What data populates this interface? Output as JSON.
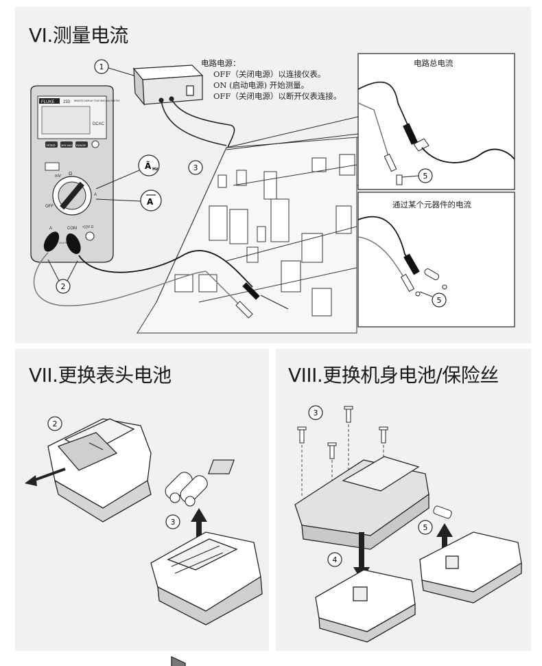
{
  "sections": {
    "vi": {
      "title": "VI.测量电流"
    },
    "vii": {
      "title": "VII.更换表头电池"
    },
    "viii": {
      "title": "VIII.更换机身电池/保险丝"
    }
  },
  "power_note": {
    "heading": "电路电源：",
    "lines": [
      "OFF（关闭电源）以连接仪表。",
      "ON (启动电源) 开始测量。",
      "OFF（关闭电源）以断开仪表连接。"
    ]
  },
  "insets": {
    "total_current": "电路总电流",
    "component_current": "通过某个元器件的电流"
  },
  "meter": {
    "brand": "FLUKE",
    "model": "233",
    "model_sub": "REMOTE DISPLAY TRUE RMS MULTIMETER",
    "display_mode": "DCAC",
    "buttons": [
      "HOLD",
      "MIN MAX",
      "RANGE"
    ],
    "jacks": [
      "A",
      "COM",
      "+)))V Ω"
    ],
    "fuse_label": "10 A FUSED",
    "dial_labels": [
      "OFF",
      "mV",
      "Ω",
      "A"
    ]
  },
  "symbols": {
    "ac_amps": "Ã",
    "dc_amps": "A"
  },
  "step_numbers": {
    "vi": [
      "1",
      "2",
      "3",
      "5",
      "5"
    ],
    "vii": [
      "2",
      "3"
    ],
    "viii": [
      "3",
      "4",
      "5"
    ]
  },
  "colors": {
    "panel_bg": "#f1f1f1",
    "line": "#222222",
    "meter_grey": "#dcdcdc"
  }
}
